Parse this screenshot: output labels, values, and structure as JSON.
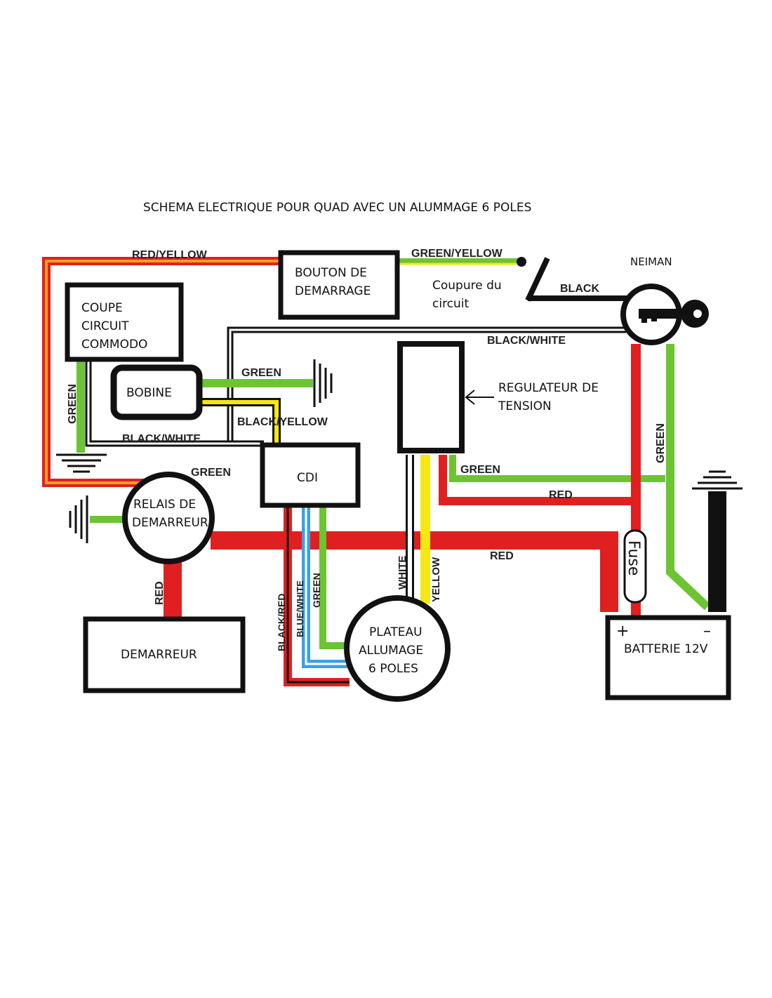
{
  "title": "SCHEMA ELECTRIQUE POUR QUAD AVEC UN ALUMMAGE 6 POLES",
  "components": {
    "bouton_line1": "BOUTON DE",
    "bouton_line2": "DEMARRAGE",
    "coupure_line1": "Coupure du",
    "coupure_line2": "circuit",
    "neiman": "NEIMAN",
    "coupe_line1": "COUPE",
    "coupe_line2": "CIRCUIT",
    "coupe_line3": "COMMODO",
    "bobine": "BOBINE",
    "regulateur_line1": "REGULATEUR DE",
    "regulateur_line2": "TENSION",
    "cdi": "CDI",
    "relais_line1": "RELAIS DE",
    "relais_line2": "DEMARREUR",
    "demarreur": "DEMARREUR",
    "plateau_line1": "PLATEAU",
    "plateau_line2": "ALLUMAGE",
    "plateau_line3": "6 POLES",
    "batterie": "BATTERIE 12V",
    "plus": "+",
    "minus": "–",
    "fuse": "Fuse"
  },
  "wire_labels": {
    "red_yellow": "RED/YELLOW",
    "green_yellow": "GREEN/YELLOW",
    "black": "BLACK",
    "black_white_top": "BLACK/WHITE",
    "green_bobine": "GREEN",
    "black_yellow": "BLACK/YELLOW",
    "black_white_bottom": "BLACK/WHITE",
    "green_left": "GREEN",
    "green_relais": "GREEN",
    "green_regulator": "GREEN",
    "red_regulator": "RED",
    "red_main": "RED",
    "green_right": "GREEN",
    "red_demarreur": "RED",
    "black_red": "BLACK/RED",
    "blue_white": "BLUE/WHITE",
    "green_cdi": "GREEN",
    "white": "WHITE",
    "yellow": "YELLOW"
  },
  "colors": {
    "red": "#e02020",
    "green": "#6cc433",
    "yellow": "#f5e614",
    "blue": "#3aa0e8",
    "orange": "#f0a020",
    "black": "#111111"
  }
}
